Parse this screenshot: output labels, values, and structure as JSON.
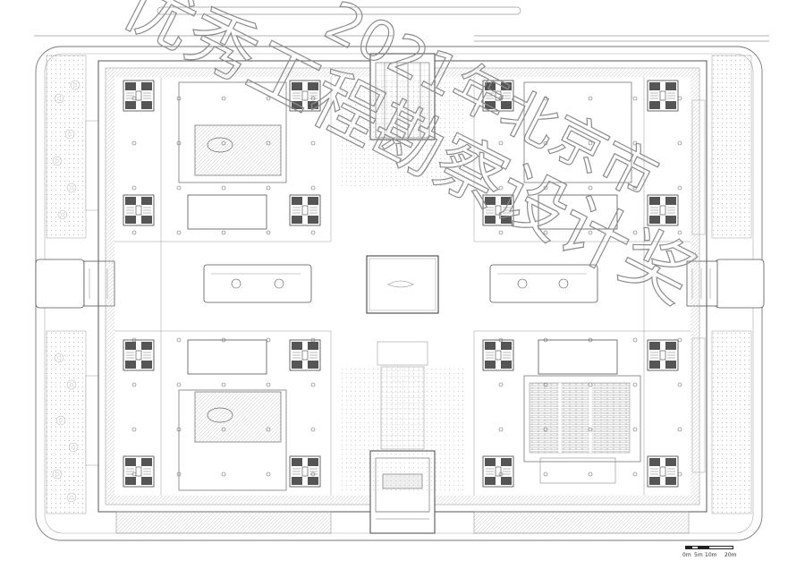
{
  "watermark": {
    "text": "优秀工程勘察设计奖",
    "year": "2021年北京市"
  },
  "scale_bar": {
    "labels": [
      "0m",
      "5m",
      "10m",
      "20m"
    ]
  },
  "colors": {
    "line": "#6e6e6e",
    "hatch": "#c8c8c8",
    "core_fill": "#3a3a3a",
    "watermark": "#9a9a9a"
  }
}
